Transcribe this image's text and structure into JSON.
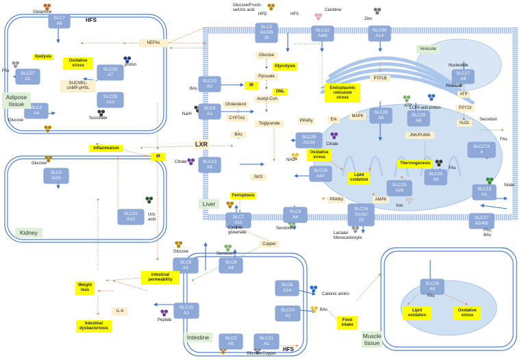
{
  "organs": {
    "adipose": "Adipose\ntissue",
    "kidney": "Kidney",
    "liver": "Liver",
    "intestine": "Intestine",
    "muscle": "Muscle\ntissue",
    "vesicular": "Vesicular"
  },
  "transporters": {
    "slc7a8": [
      "SLC7",
      "A8"
    ],
    "slc27a1": [
      "SLC27",
      "A1"
    ],
    "slc25a7": [
      "SLC25",
      "A7"
    ],
    "slc25a10_adipose": [
      "SLC25",
      "A10"
    ],
    "slc2a4": [
      "SLC2",
      "A4"
    ],
    "slc5a25": [
      "SLC5",
      "A2/5"
    ],
    "slc22a12": [
      "SLC22",
      "A12"
    ],
    "slc2a1289": [
      "SLC2",
      "A1/2/8",
      "/9"
    ],
    "slc22a45": [
      "SLC22",
      "A4/5"
    ],
    "slc39a14": [
      "SLC39",
      "A14"
    ],
    "slc17a9": [
      "SLC17",
      "A9"
    ],
    "slc10a2": [
      "SLC10",
      "A2"
    ],
    "slc9a1": [
      "SLC9",
      "A1"
    ],
    "slc13a5": [
      "SLC13",
      "A5"
    ],
    "slc25a5": [
      "SLC25",
      "A5"
    ],
    "slc25a8": [
      "SLC25",
      "A8"
    ],
    "slc25a110": [
      "SLC25",
      "A1/10"
    ],
    "slc25a47": [
      "SLC25",
      "A47"
    ],
    "slc27a4": [
      "SLC27A",
      "4"
    ],
    "slc25a28": [
      "SLC25",
      "A28"
    ],
    "slc25a9_liver": [
      "SLC25",
      "A9"
    ],
    "slc19a1": [
      "SLC19",
      "A1"
    ],
    "slc27a2": [
      "SLC27",
      "A2/4/5"
    ],
    "slc7a11": [
      "SLC7",
      "A11"
    ],
    "slc6a4_liver": [
      "SLC6",
      "A4"
    ],
    "slc16a1": [
      "SLC16",
      "A1/11/",
      "13"
    ],
    "slc5a1": [
      "SLC5",
      "A1"
    ],
    "slc6a4_int": [
      "SLC6",
      "A4"
    ],
    "slc6a14": [
      "SLC6",
      "A14"
    ],
    "slc15a1": [
      "SLC15",
      "A1"
    ],
    "slc10a1": [
      "SLC10",
      "A1"
    ],
    "slc2a5": [
      "SLC2",
      "A5"
    ],
    "slc31a1": [
      "SLC31",
      "A1"
    ],
    "slc25a9_muscle": [
      "SLC25",
      "A9"
    ]
  },
  "yellow": {
    "lipolysis": "lipolysis",
    "ox_adipose": "Oxidative\nstress",
    "inflammation": "Inflammation",
    "ir_mid": "IR",
    "ir_liver": "IR",
    "glycolysis": "Glycolysis",
    "dnl": "DNL",
    "er_stress": "Endoplasmic\nreticulum\nstress",
    "ox_liver": "Oxidative\nstress",
    "lipid_liver": "Lipid\noxidation",
    "thermogenesis": "Thermogenesis",
    "ferroptosis": "Ferroptosis",
    "int_perm": "Intestinal\npermeability",
    "weight_loss": "Weight\nloss",
    "int_dys": "Intestinal\ndysbacteriosis",
    "food_intake": "Food\nintake",
    "lipid_muscle": "Lipid\noxidation",
    "ox_muscle": "Oxidative\nstress"
  },
  "peach": {
    "nefas": "NEFAs",
    "sucnr1": "SUCNR1-\ncAMP-pHSL",
    "lxr": "LXR",
    "glucose": "Glucose",
    "pyruvate": "Pyruvate",
    "acetyl": "Acetyl-CoA",
    "cholesterol": "Cholesterol",
    "cyp7a1": "CYP7A1",
    "bas_liver": "BAs",
    "triglyceride": "Triglyceride",
    "ppary": "PPARγ",
    "erk": "Erk",
    "mapk": "MAPK",
    "ptp1b": "PTP1B",
    "atp": "ATP",
    "p2y13": "P2Y13",
    "vldl": "VLDL",
    "jnk": "JNK/PUMA",
    "sirt3": "Sirt3",
    "ppara": "PPARα",
    "ampk": "AMPK",
    "copper_mid": "Copper",
    "il6": "IL-6"
  },
  "labels": {
    "hfs_top": "HFS",
    "hfs_liver": "HFS",
    "hfs_bottom": "HFS",
    "hfd": "HFD",
    "glutamine": "Glutamine",
    "fas_adipose": "FAs",
    "proton": "proton",
    "succinate": "Succinate",
    "glucose_adipose": "Glucose",
    "glucose_kidney": "Glucose",
    "uric_acid": "Uric\nacid",
    "glucose_fructose": "Glucose/Fructo\nse/Uric acid",
    "carnitine": "Carnitine",
    "zinc": "Zinc",
    "nucleotide": "Nucleotide",
    "release": "Release",
    "secretion": "Secretion",
    "bas_in": "BAs",
    "nah": "Na/H",
    "citrate_in": "Citrate",
    "citrate_mito": "Citrate",
    "nad": "NAD+",
    "atp_mito": "ATP",
    "lcfa": "LCFA and proton",
    "fas_liver": "FAs",
    "fa_liver": "FAs",
    "iron": "Iron",
    "folate": "folate",
    "fas_bas": "FAs,\nBAs",
    "cystine": "Cystine-\nglutamate",
    "serotonin_liver": "Serotonin",
    "lactate": "Lactate/\nMonocarboxylic",
    "glucose_int": "Glucose",
    "serotonin_int": "Serotonin",
    "cationic": "Cationic amino",
    "peptide": "Peptide",
    "bas_int": "BAs",
    "glucose_bottom": "Glucose",
    "copper_bottom": "Copper",
    "fas_muscle": "FAs"
  },
  "colors": {
    "slc": "#8ea9d8",
    "membrane": "#5b8bd0",
    "mito": "#cfe0f2",
    "arrow_green": "#7fb069",
    "arrow_orange": "#e8824a",
    "highlight": "#ffff00"
  }
}
